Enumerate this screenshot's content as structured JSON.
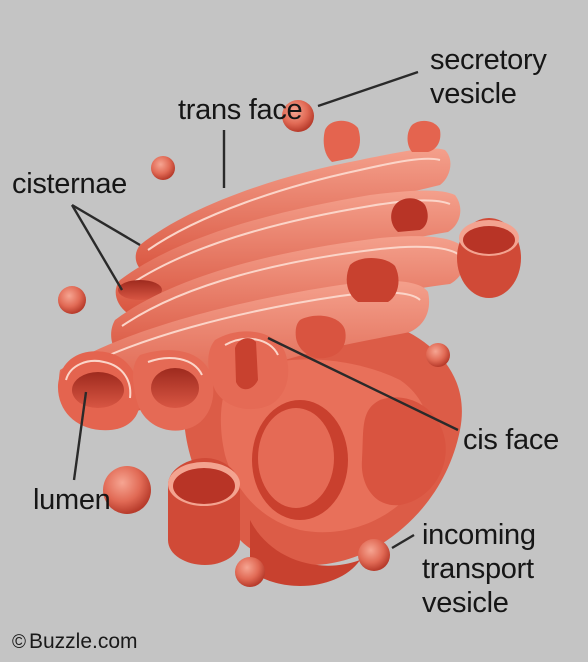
{
  "labels": {
    "secretory_vesicle": [
      "secretory",
      "vesicle"
    ],
    "trans_face": "trans face",
    "cisternae": "cisternae",
    "lumen": "lumen",
    "cis_face": "cis face",
    "incoming_transport_vesicle": [
      "incoming",
      "transport",
      "vesicle"
    ]
  },
  "credit": {
    "symbol": "©",
    "text": "Buzzle.com"
  },
  "colors": {
    "background": "#c4c4c4",
    "organelle_light": "#f29a86",
    "organelle_mid": "#e86e5a",
    "organelle_dark": "#b83426",
    "leader_line": "#2a2a2a"
  }
}
